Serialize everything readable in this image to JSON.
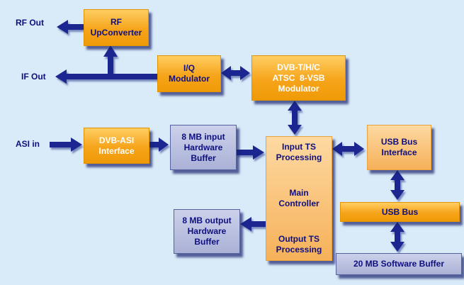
{
  "labels": {
    "rf_out": "RF Out",
    "if_out": "IF Out",
    "asi_in": "ASI in"
  },
  "blocks": {
    "rf_upconverter": {
      "lines": [
        "RF",
        "UpConverter"
      ]
    },
    "iq_modulator": {
      "lines": [
        "I/Q",
        "Modulator"
      ]
    },
    "dvb_modulator": {
      "lines": [
        "DVB-T/H/C",
        "ATSC  8-VSB",
        "Modulator"
      ]
    },
    "dvb_asi_interface": {
      "lines": [
        "DVB-ASI",
        "Interface"
      ]
    },
    "input_buffer": {
      "lines": [
        "8 MB input",
        "Hardware",
        "Buffer"
      ]
    },
    "main_controller": {
      "groups": [
        [
          "Input TS",
          "Processing"
        ],
        [
          "Main",
          "Controller"
        ],
        [
          "Output TS",
          "Processing"
        ]
      ]
    },
    "usb_bus_interface": {
      "lines": [
        "USB Bus",
        "Interface"
      ]
    },
    "usb_bus": {
      "lines": [
        "USB Bus"
      ]
    },
    "output_buffer": {
      "lines": [
        "8 MB output",
        "Hardware",
        "Buffer"
      ]
    },
    "software_buffer": {
      "lines": [
        "20 MB Software Buffer"
      ]
    }
  },
  "colors": {
    "background": "#d9eaf8",
    "block_orange": "#f6a41a",
    "block_orange_light": "#f6b159",
    "block_lavender": "#b8bddc",
    "text_navy": "#0f0f80",
    "text_white": "#ffffff",
    "arrow_navy": "#1d2590"
  }
}
